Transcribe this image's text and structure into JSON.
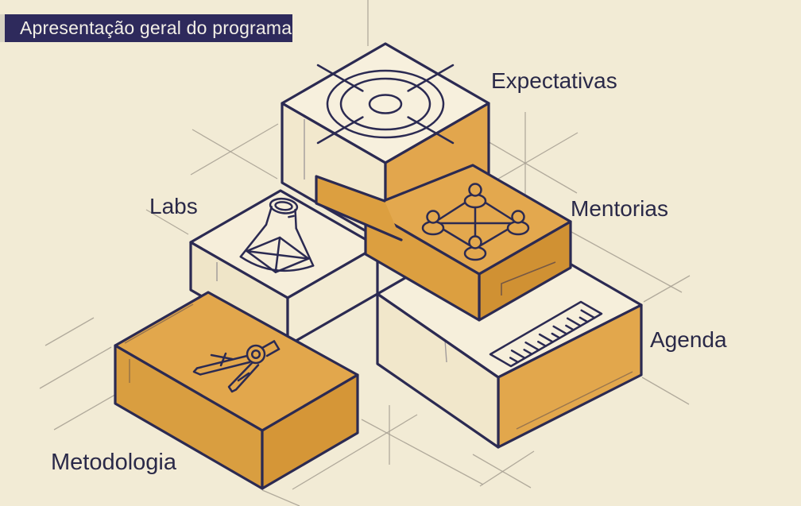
{
  "banner": {
    "label": "Apresentação geral do programa",
    "bg": "#2e2a5c",
    "accent_strip": "#d8d3c4",
    "text_color": "#f3f0e7"
  },
  "blocks": {
    "expectativas": {
      "label": "Expectativas",
      "icon": "target-icon",
      "colors": {
        "top": "#f7f0dd",
        "left": "#f2e8cd",
        "right": "#e2a64d"
      }
    },
    "labs": {
      "label": "Labs",
      "icon": "flask-icon",
      "colors": {
        "top": "#f6eeda",
        "left": "#efe5c8",
        "right": "#f3ebd3"
      }
    },
    "mentorias": {
      "label": "Mentorias",
      "icon": "people-network-icon",
      "colors": {
        "top": "#e3a84e",
        "front": "#dc9f40",
        "right": "#d09133"
      }
    },
    "agenda": {
      "label": "Agenda",
      "icon": "ruler-icon",
      "colors": {
        "top": "#f6efdb",
        "front": "#f1e7cb",
        "right": "#e2a74c"
      }
    },
    "metodologia": {
      "label": "Metodologia",
      "icon": "drafting-compass-icon",
      "colors": {
        "top": "#e2a74c",
        "left": "#d99e40",
        "right": "#d59637"
      }
    }
  },
  "colors": {
    "background": "#f2ebd5",
    "outline": "#2b2a52",
    "label_text": "#2a2948",
    "construction_line": "#a69f92"
  }
}
